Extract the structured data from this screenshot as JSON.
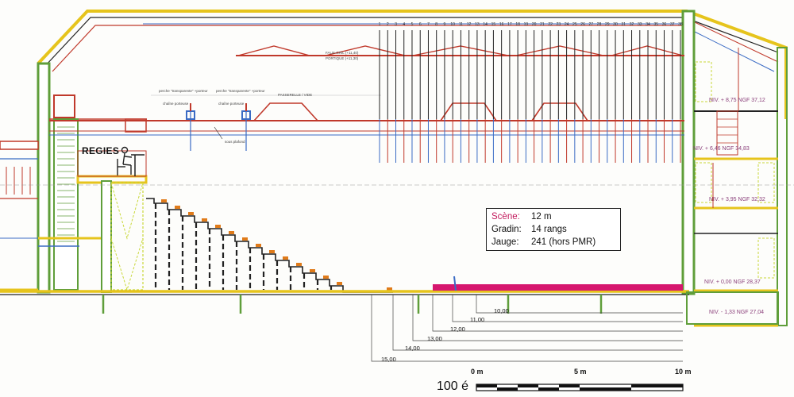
{
  "info": {
    "scene_label": "Scène:",
    "scene_value": "12 m",
    "gradin_label": "Gradin:",
    "gradin_value": "14 rangs",
    "jauge_label": "Jauge:",
    "jauge_value": "241 (hors PMR)"
  },
  "regies_label": "REGIES",
  "dimensions": [
    "10,00",
    "11,00",
    "12,00",
    "13,00",
    "14,00",
    "15,00"
  ],
  "levels": [
    "NIV. + 8,75  NGF 37,12",
    "NIV. + 6,46  NGF 34,83",
    "NIV. + 3,95  NGF 32,32",
    "NIV. + 0,00  NGF 28,37",
    "NIV. - 1,33  NGF 27,04"
  ],
  "rig_numbers": [
    "1",
    "2",
    "3",
    "4",
    "5",
    "6",
    "7",
    "8",
    "9",
    "10",
    "11",
    "12",
    "13",
    "14",
    "15",
    "16",
    "17",
    "18",
    "19",
    "20",
    "21",
    "22",
    "23",
    "24",
    "25",
    "26",
    "27",
    "28",
    "29",
    "30",
    "31",
    "32",
    "33",
    "34",
    "35",
    "36",
    "37",
    "38"
  ],
  "scale": {
    "title": "100 é",
    "label_0": "0 m",
    "label_5": "5 m",
    "label_10": "10 m"
  },
  "small_labels": {
    "faux_gril": "FAUX-GRIL (+11,40)",
    "portique": "PORTIQUE (+11,30)",
    "passerelle": "PASSERELLE / VIDE",
    "volet1": "perche \"transparente\" +porteur",
    "volet2": "perche \"transparente\" +porteur",
    "chaine1": "chaîne porteuse",
    "chaine2": "chaîne porteuse",
    "sous_plafond": "sous plafond"
  },
  "colors": {
    "wall_green": "#5f9e3a",
    "roof_yellow": "#e6c41c",
    "beam_red": "#c0392b",
    "rig_blue": "#3a6bc4",
    "stage_magenta": "#d6166e",
    "step_orange": "#e07b1a"
  }
}
